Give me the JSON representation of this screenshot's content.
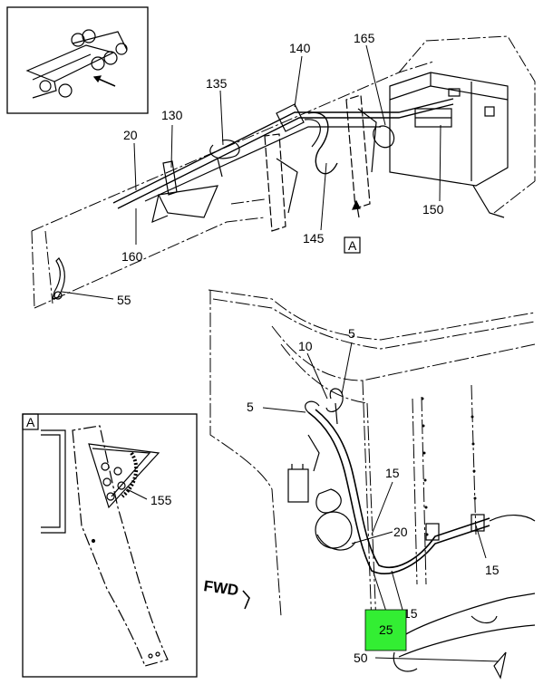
{
  "diagram": {
    "callouts": {
      "c20a": "20",
      "c130": "130",
      "c135": "135",
      "c140": "140",
      "c165": "165",
      "c150": "150",
      "c145": "145",
      "c160": "160",
      "c55": "55",
      "c10": "10",
      "c5a": "5",
      "c5b": "5",
      "c15a": "15",
      "c20b": "20",
      "c15b": "15",
      "c15c": "15",
      "c25": "25",
      "c50": "50",
      "c155": "155"
    },
    "view_marker": "A",
    "inset_marker": "A",
    "direction_label": "FWD",
    "highlight_color": "#33ee33"
  }
}
